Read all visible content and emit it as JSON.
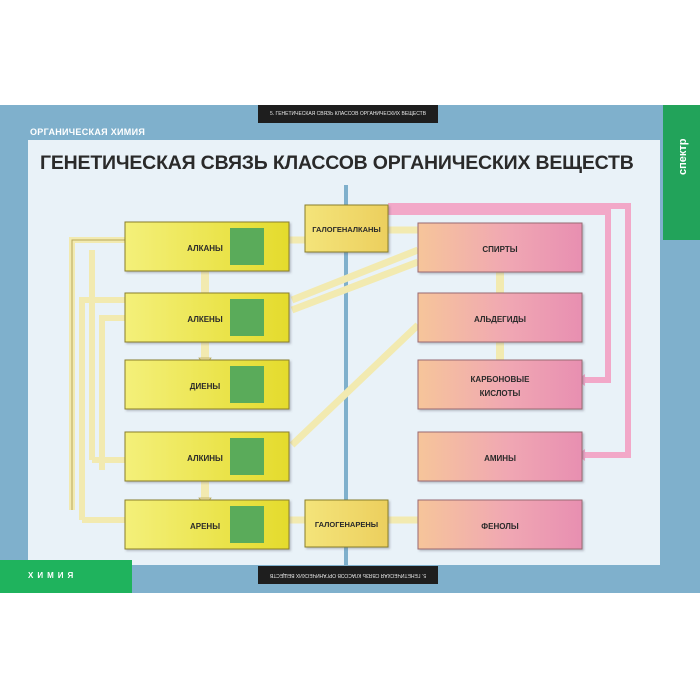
{
  "poster": {
    "subject": "ОРГАНИЧЕСКАЯ ХИМИЯ",
    "title": "ГЕНЕТИЧЕСКАЯ СВЯЗЬ КЛАССОВ ОРГАНИЧЕСКИХ ВЕЩЕСТВ",
    "top_bar_text": "5. ГЕНЕТИЧЕСКАЯ СВЯЗЬ КЛАССОВ ОРГАНИЧЕСКИХ ВЕЩЕСТВ",
    "bottom_bar_text": "5. ГЕНЕТИЧЕСКАЯ СВЯЗЬ КЛАССОВ ОРГАНИЧЕСКИХ ВЕЩЕСТВ",
    "publisher_logo": "спектр",
    "corner_text": "ХИМИЯ"
  },
  "colors": {
    "frame": "#7fb0cc",
    "panel": "#e9f2f8",
    "hydrocarbon_fill": "#ece244",
    "accent_green": "#5aab5a",
    "oxygen_fill": "#ee9fb4",
    "halogen_fill": "#f0da6c",
    "arrow_fill": "#f2eab0",
    "arrow_pink": "#f2a8c8"
  },
  "nodes": {
    "alkanes": "АЛКАНЫ",
    "alkenes": "АЛКЕНЫ",
    "dienes": "ДИЕНЫ",
    "alkynes": "АЛКИНЫ",
    "arenes": "АРЕНЫ",
    "haloalkanes": "ГАЛОГЕНАЛКАНЫ",
    "haloarenes": "ГАЛОГЕНАРЕНЫ",
    "alcohols": "СПИРТЫ",
    "aldehydes": "АЛЬДЕГИДЫ",
    "carboxylic_acids_1": "КАРБОНОВЫЕ",
    "carboxylic_acids_2": "КИСЛОТЫ",
    "amines": "АМИНЫ",
    "phenols": "ФЕНОЛЫ"
  }
}
